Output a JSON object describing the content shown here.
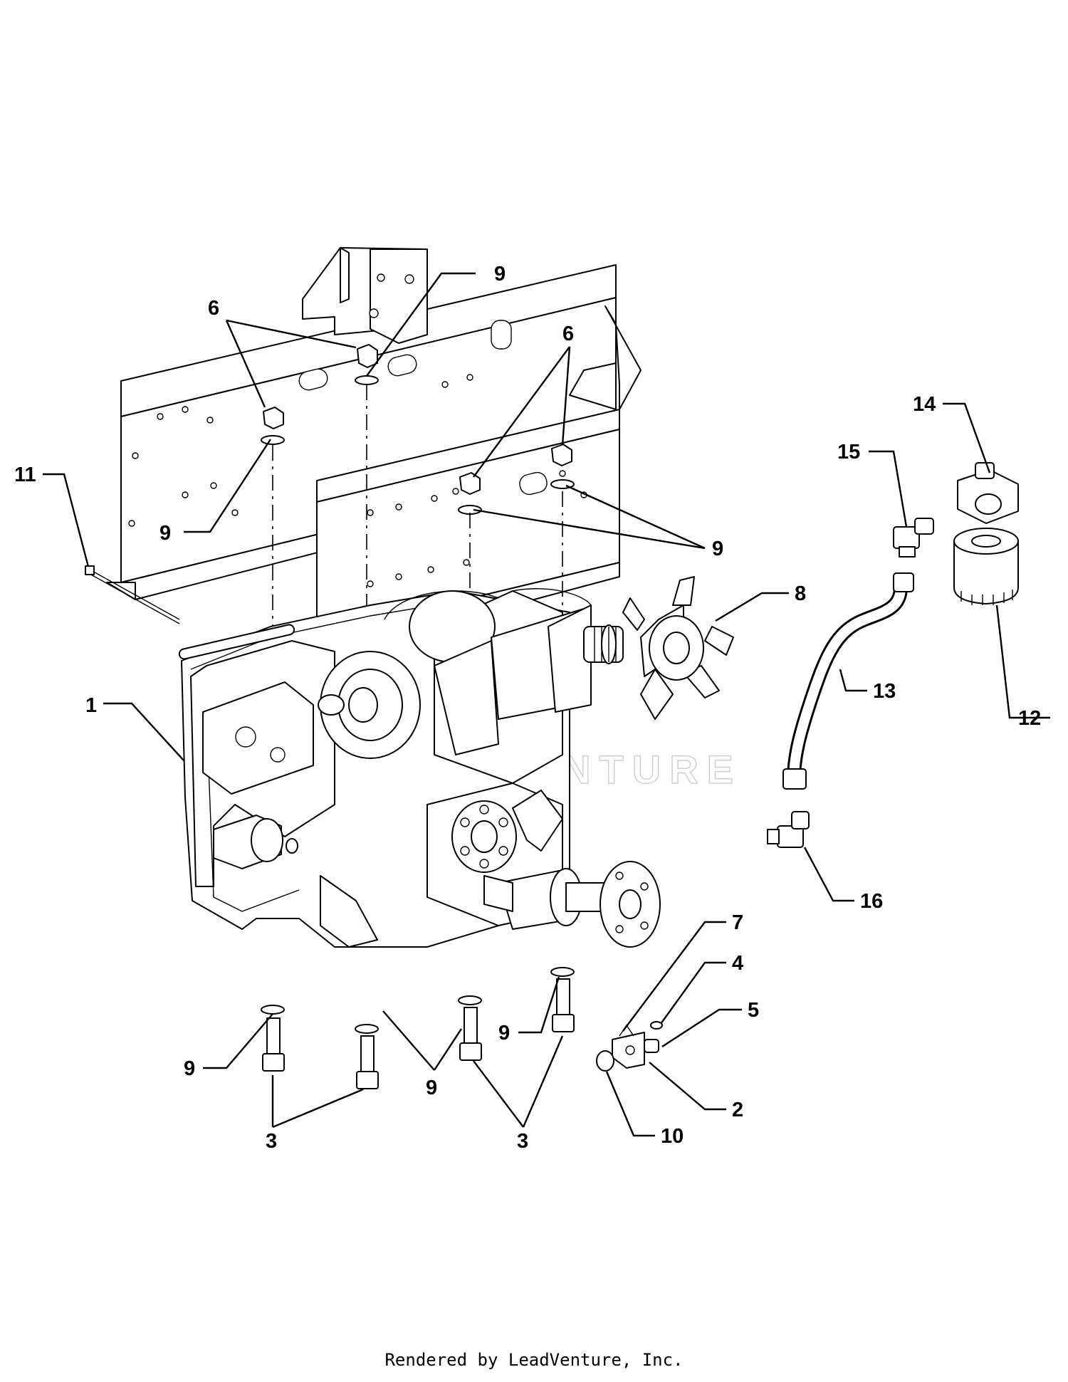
{
  "footer": {
    "credit": "Rendered by LeadVenture, Inc."
  },
  "watermark": {
    "text": "LEADVENTURE"
  },
  "callouts": [
    {
      "id": "c1",
      "label": "1"
    },
    {
      "id": "c2",
      "label": "2"
    },
    {
      "id": "c3a",
      "label": "3"
    },
    {
      "id": "c3b",
      "label": "3"
    },
    {
      "id": "c4",
      "label": "4"
    },
    {
      "id": "c5",
      "label": "5"
    },
    {
      "id": "c6a",
      "label": "6"
    },
    {
      "id": "c6b",
      "label": "6"
    },
    {
      "id": "c7",
      "label": "7"
    },
    {
      "id": "c8",
      "label": "8"
    },
    {
      "id": "c9a",
      "label": "9"
    },
    {
      "id": "c9b",
      "label": "9"
    },
    {
      "id": "c9c",
      "label": "9"
    },
    {
      "id": "c9d",
      "label": "9"
    },
    {
      "id": "c9e",
      "label": "9"
    },
    {
      "id": "c9f",
      "label": "9"
    },
    {
      "id": "c10",
      "label": "10"
    },
    {
      "id": "c11",
      "label": "11"
    },
    {
      "id": "c12",
      "label": "12"
    },
    {
      "id": "c13",
      "label": "13"
    },
    {
      "id": "c14",
      "label": "14"
    },
    {
      "id": "c15",
      "label": "15"
    },
    {
      "id": "c16",
      "label": "16"
    }
  ]
}
